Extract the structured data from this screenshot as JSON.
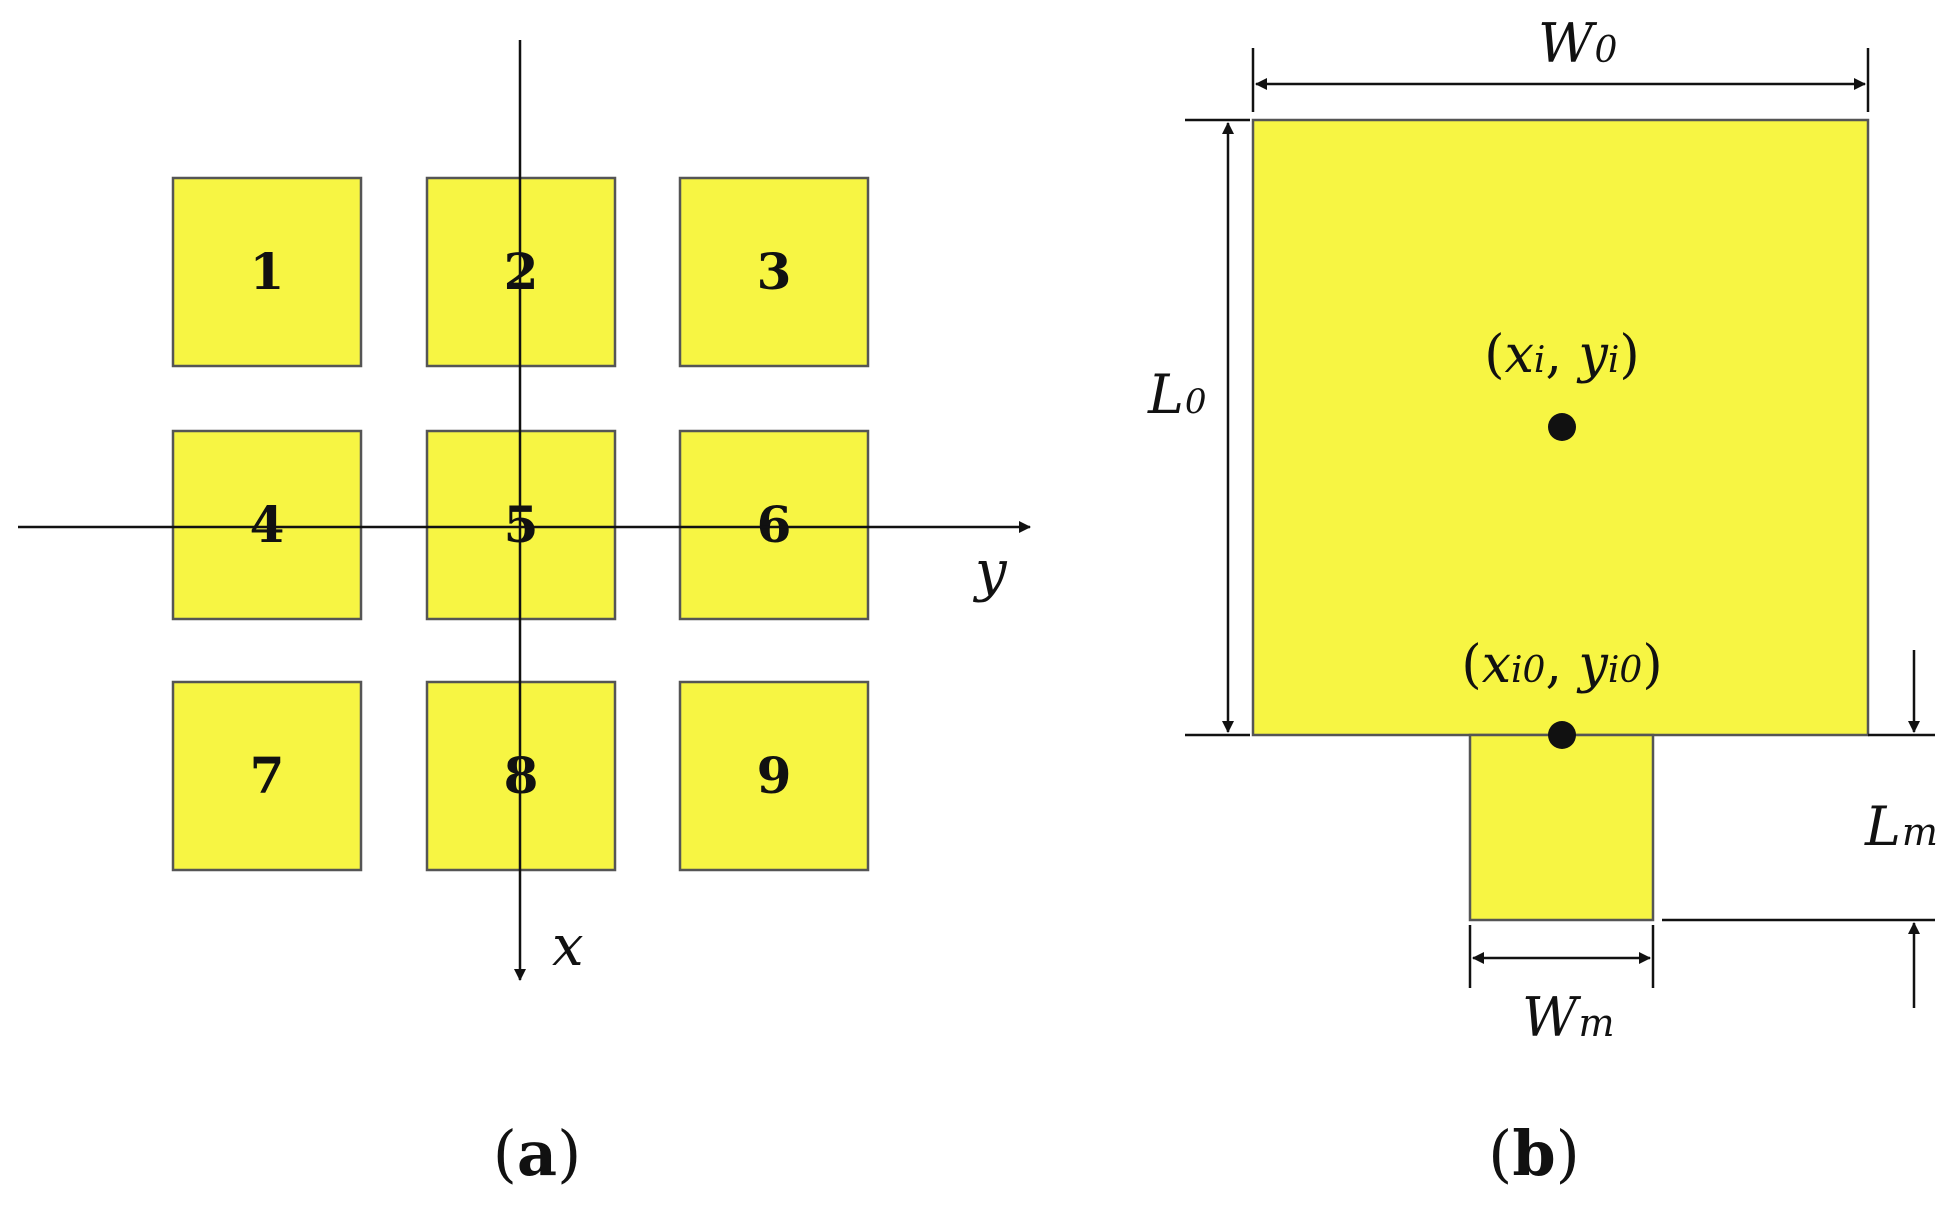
{
  "colors": {
    "patch_fill": "#f7f543",
    "stroke": "#111111"
  },
  "panel_a": {
    "caption_open": "(",
    "caption_letter": "a",
    "caption_close": ")",
    "patches": [
      {
        "label": "1"
      },
      {
        "label": "2"
      },
      {
        "label": "3"
      },
      {
        "label": "4"
      },
      {
        "label": "5"
      },
      {
        "label": "6"
      },
      {
        "label": "7"
      },
      {
        "label": "8"
      },
      {
        "label": "9"
      }
    ],
    "axis_y_label": "y",
    "axis_x_label": "x"
  },
  "panel_b": {
    "caption_open": "(",
    "caption_letter": "b",
    "caption_close": ")",
    "w0": {
      "main": "W",
      "sub": "0"
    },
    "l0": {
      "main": "L",
      "sub": "0"
    },
    "lm": {
      "main": "L",
      "sub": "m"
    },
    "wm": {
      "main": "W",
      "sub": "m"
    },
    "point_center": {
      "open": "(",
      "x": "x",
      "xsub": "i",
      "comma": ", ",
      "y": "y",
      "ysub": "i",
      "close": ")"
    },
    "point_feed": {
      "open": "(",
      "x": "x",
      "xsub": "i0",
      "comma": ", ",
      "y": "y",
      "ysub": "i0",
      "close": ")"
    }
  }
}
